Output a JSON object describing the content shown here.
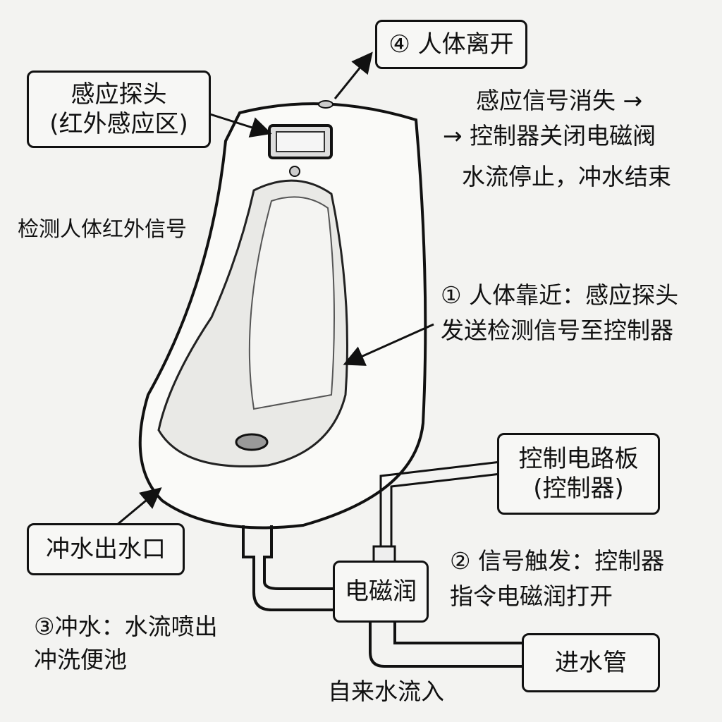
{
  "labels": {
    "step4": "④ 人体离开",
    "sensor_line1": "感应探头",
    "sensor_line2": "(红外感应区)",
    "end_line1": "感应信号消失 →",
    "end_line2": "→ 控制器关闭电磁阀",
    "end_line3": "水流停止，冲水结束",
    "detect": "检测人体红外信号",
    "step1_line1": "① 人体靠近：感应探头",
    "step1_line2": "发送检测信号至控制器",
    "controller_line1": "控制电路板",
    "controller_line2": "(控制器)",
    "outlet": "冲水出水口",
    "valve": "电磁润",
    "step2_line1": "② 信号触发：控制器",
    "step2_line2": "指令电磁润打开",
    "step3_line1": "③冲水：水流喷出",
    "step3_line2": "冲洗便池",
    "inlet": "进水管",
    "tap_in": "自来水流入"
  }
}
